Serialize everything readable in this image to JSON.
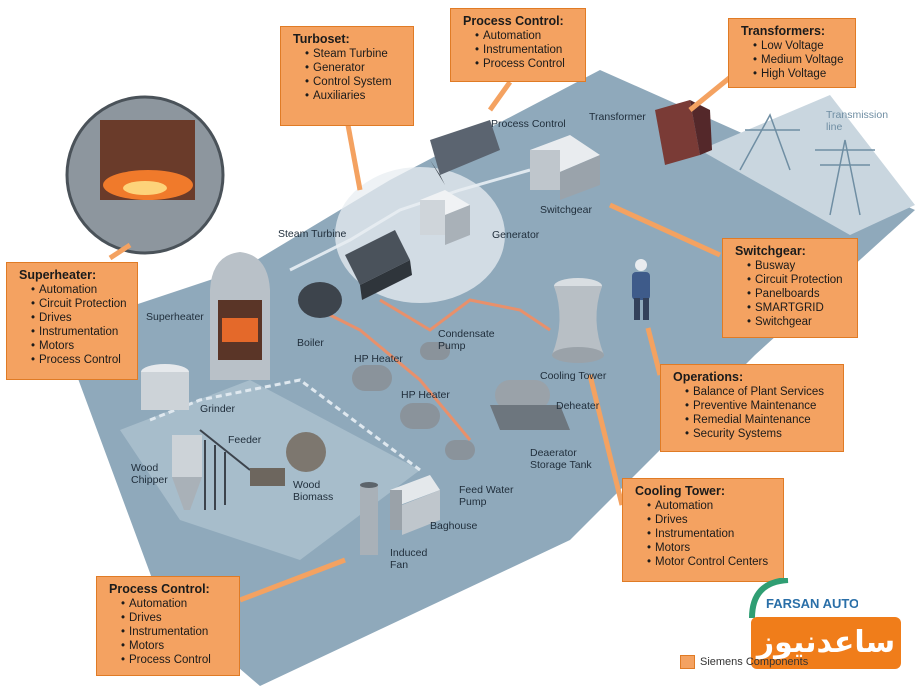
{
  "callouts": {
    "turboset": {
      "title": "Turboset:",
      "items": [
        "Steam Turbine",
        "Generator",
        "Control System",
        "Auxiliaries"
      ]
    },
    "process_control_top": {
      "title": "Process Control:",
      "items": [
        "Automation",
        "Instrumentation",
        "Process Control"
      ]
    },
    "transformers": {
      "title": "Transformers:",
      "items": [
        "Low Voltage",
        "Medium Voltage",
        "High Voltage"
      ]
    },
    "superheater": {
      "title": "Superheater:",
      "items": [
        "Automation",
        "Circuit Protection",
        "Drives",
        "Instrumentation",
        "Motors",
        "Process Control"
      ]
    },
    "switchgear": {
      "title": "Switchgear:",
      "items": [
        "Busway",
        "Circuit Protection",
        "Panelboards",
        "SMARTGRID",
        "Switchgear"
      ]
    },
    "operations": {
      "title": "Operations:",
      "items": [
        "Balance of Plant Services",
        "Preventive Maintenance",
        "Remedial Maintenance",
        "Security Systems"
      ]
    },
    "cooling_tower": {
      "title": "Cooling Tower:",
      "items": [
        "Automation",
        "Drives",
        "Instrumentation",
        "Motors",
        "Motor Control Centers"
      ]
    },
    "process_control_bottom": {
      "title": "Process Control:",
      "items": [
        "Automation",
        "Drives",
        "Instrumentation",
        "Motors",
        "Process Control"
      ]
    }
  },
  "labels": {
    "process_control": "Process Control",
    "transformer": "Transformer",
    "transmission_line": "Transmission line",
    "switchgear": "Switchgear",
    "generator": "Generator",
    "steam_turbine": "Steam Turbine",
    "superheater": "Superheater",
    "boiler": "Boiler",
    "condensate_pump": "Condensate Pump",
    "hp_heater_1": "HP Heater",
    "hp_heater_2": "HP Heater",
    "cooling_tower": "Cooling Tower",
    "deheater": "Deheater",
    "deaerator_storage_tank": "Deaerator Storage Tank",
    "grinder": "Grinder",
    "feeder": "Feeder",
    "wood_chipper": "Wood Chipper",
    "wood_biomass": "Wood Biomass",
    "feed_water_pump": "Feed Water Pump",
    "baghouse": "Baghouse",
    "induced_fan": "Induced Fan"
  },
  "legend": {
    "label": "Siemens Components"
  },
  "watermark": {
    "latin": "FARSAN AUTOMATION",
    "persian": "ساعدنیوز"
  },
  "colors": {
    "callout_fill": "#f4a261",
    "callout_border": "#e07b25",
    "floor": "#8fa9bb",
    "floor_dark": "#6f8ea3"
  }
}
